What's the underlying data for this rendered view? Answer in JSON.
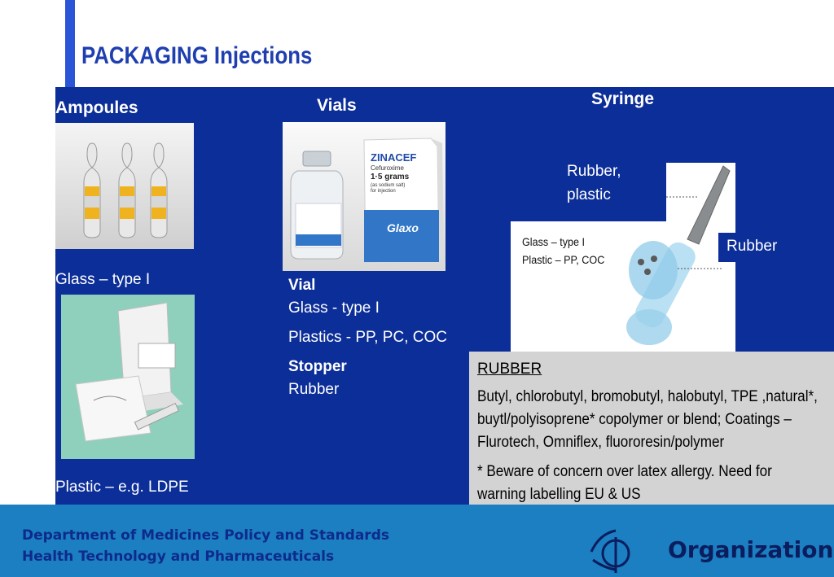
{
  "title": "PACKAGING  Injections",
  "ampoules": {
    "heading": "Ampoules",
    "glass_label": "Glass – type I",
    "plastic_label": "Plastic – e.g. LDPE"
  },
  "vials": {
    "heading": "Vials",
    "box_brand": "ZINACEF",
    "box_drug": "Cefuroxime",
    "box_dose": "1·5 grams",
    "box_salt": "(as sodium salt)",
    "box_use": "for injection",
    "box_maker": "Glaxo",
    "vial_title": "Vial",
    "vial_glass": "Glass - type I",
    "vial_plastics": "Plastics - PP, PC, COC",
    "stopper_title": "Stopper",
    "stopper_material": "Rubber"
  },
  "syringe": {
    "heading": "Syringe",
    "rubber_plastic": "Rubber, plastic",
    "glass_type": "Glass – type I",
    "plastic_type": "Plastic – PP, COC",
    "rubber": "Rubber"
  },
  "rubber_panel": {
    "heading": "RUBBER",
    "materials": "Butyl, chlorobutyl, bromobutyl, halobutyl, TPE ,natural*, buytl/polyisoprene* copolymer or blend; Coatings – Flurotech, Omniflex, fluororesin/polymer",
    "note": "* Beware of concern over latex allergy. Need for warning labelling EU & US"
  },
  "footer": {
    "line1": "Department of Medicines Policy and Standards",
    "line2": "Health Technology and Pharmaceuticals",
    "org_name": "Organization"
  },
  "colors": {
    "panel_blue": "#0c2e98",
    "title_blue": "#1f3fb0",
    "footer_blue": "#1b7fc1",
    "rubber_panel_gray": "#d3d3d3"
  }
}
